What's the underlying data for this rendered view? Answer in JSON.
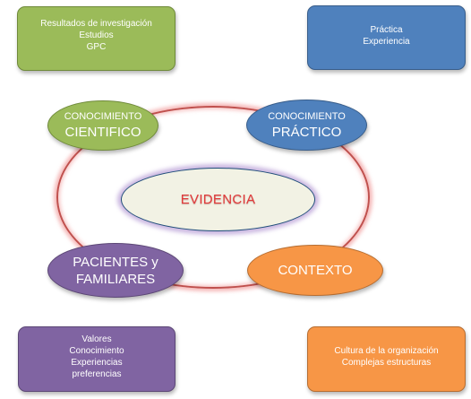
{
  "corner_boxes": {
    "top_left": {
      "lines": [
        "Resultados de investigación",
        "Estudios",
        "GPC"
      ]
    },
    "top_right": {
      "lines": [
        "Práctica",
        "Experiencia"
      ]
    },
    "bottom_left": {
      "lines": [
        "Valores",
        "Conocimiento",
        "Experiencias",
        "preferencias"
      ]
    },
    "bottom_right": {
      "lines": [
        "Cultura de la organización",
        "Complejas estructuras"
      ]
    }
  },
  "center": {
    "label": "EVIDENCIA"
  },
  "nodes": {
    "conocimiento_cientifico": {
      "line1": "CONOCIMIENTO",
      "line2": "CIENTIFICO"
    },
    "conocimiento_practico": {
      "line1": "CONOCIMIENTO",
      "line2": "PRÁCTICO"
    },
    "pacientes_familiares": {
      "line1": "PACIENTES y",
      "line2": "FAMILIARES"
    },
    "contexto": {
      "line1": "CONTEXTO"
    }
  },
  "colors": {
    "green": "#9bbb59",
    "blue": "#4f81bd",
    "purple": "#8064a2",
    "orange": "#f79646",
    "ring": "#c0504d",
    "center_text": "#e03a3a"
  }
}
